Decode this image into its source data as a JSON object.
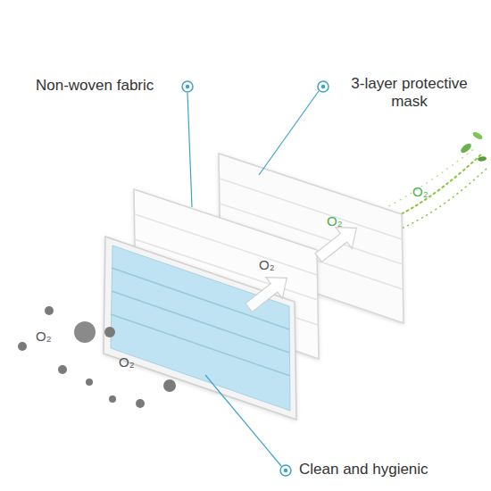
{
  "diagram": {
    "labels": [
      "Non-woven fabric",
      "3-layer protective mask",
      "O₂",
      "O₂",
      "O₂",
      "O₂",
      "O₂",
      "Clean and hygienic"
    ]
  }
}
